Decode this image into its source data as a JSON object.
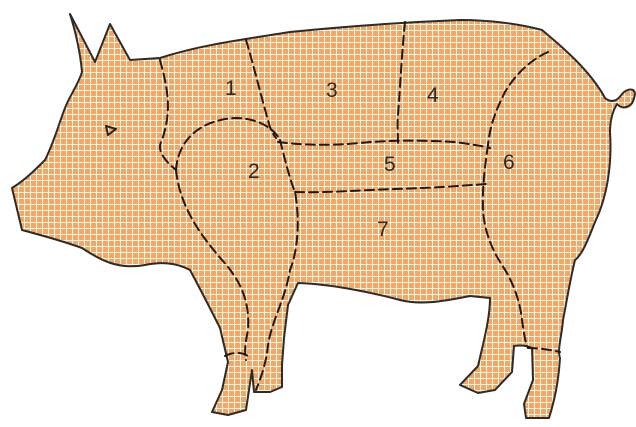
{
  "diagram": {
    "colors": {
      "fill": "#f0a868",
      "grid": "#fff3e2",
      "outline": "#2b2b2b",
      "dash": "#1a1a1a"
    },
    "regions": [
      {
        "id": "region-1",
        "label": "1"
      },
      {
        "id": "region-2",
        "label": "2"
      },
      {
        "id": "region-3",
        "label": "3"
      },
      {
        "id": "region-4",
        "label": "4"
      },
      {
        "id": "region-5",
        "label": "5"
      },
      {
        "id": "region-6",
        "label": "6"
      },
      {
        "id": "region-7",
        "label": "7"
      }
    ]
  }
}
